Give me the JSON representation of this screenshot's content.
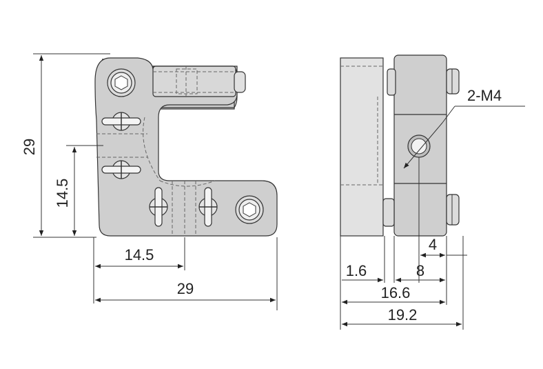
{
  "colors": {
    "part_fill": "#cfcfcf",
    "part_fill_light": "#e6e6e6",
    "screw_fill": "#dcdcdc",
    "line": "#333333"
  },
  "front_view": {
    "height_total": "29",
    "height_half": "14.5",
    "width_half": "14.5",
    "width_total": "29"
  },
  "side_view": {
    "thread_callout": "2-M4",
    "dim_4": "4",
    "dim_8": "8",
    "dim_1_6": "1.6",
    "dim_16_6": "16.6",
    "dim_19_2": "19.2"
  }
}
